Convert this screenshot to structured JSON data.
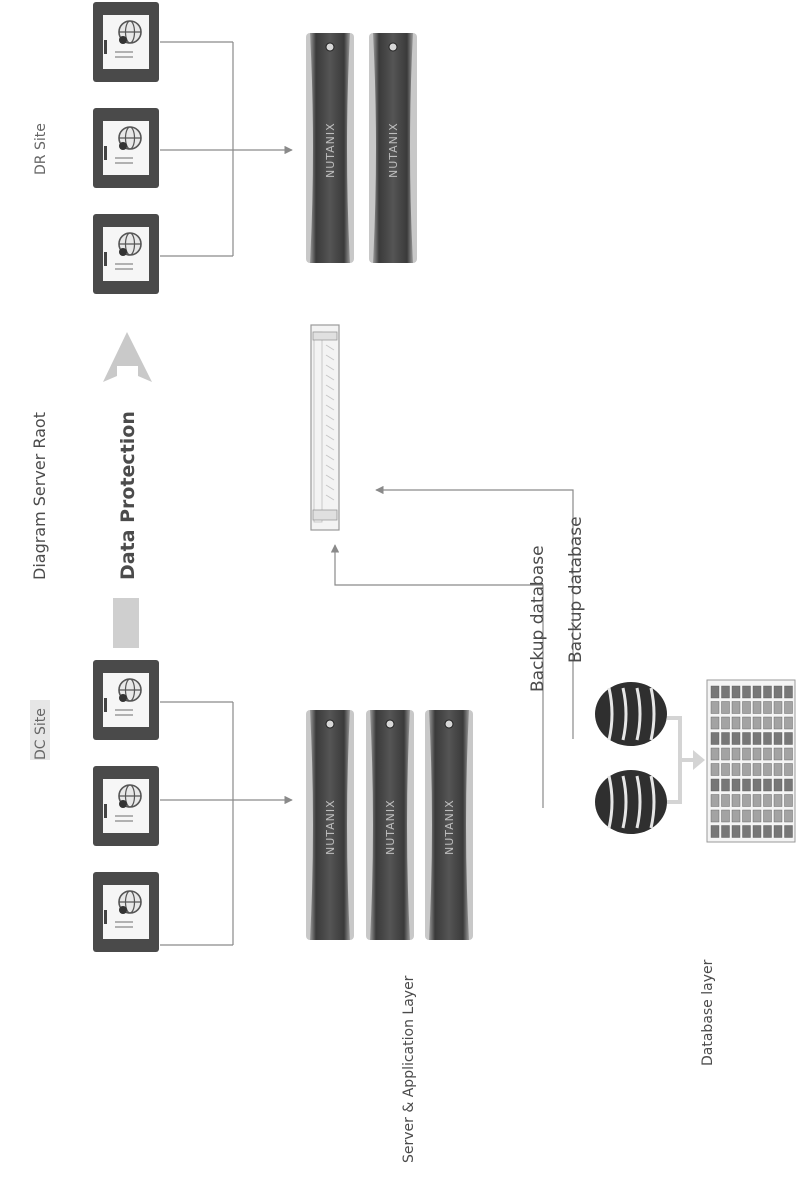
{
  "diagram": {
    "title": "Diagram Server Raot",
    "dc_site": "DC Site",
    "dr_site": "DR Site",
    "data_protection": "Data Protection",
    "server_layer": "Server & Application Layer",
    "database_layer": "Database layer",
    "backup_1": "Backup database",
    "backup_2": "Backup database",
    "node_brand": "NUTANIX"
  },
  "colors": {
    "server_tile": "#4a4a4a",
    "node_body": "#3c3c3c",
    "node_edge": "#a9a9a9",
    "protection_arrow": "#c9c9c9",
    "connector": "#8a8a8a"
  },
  "icons": {
    "server": "server-globe-icon",
    "storage": "nutanix-node",
    "backup_appliance": "backup-appliance",
    "database": "database-icon",
    "storage_array": "disk-array"
  }
}
